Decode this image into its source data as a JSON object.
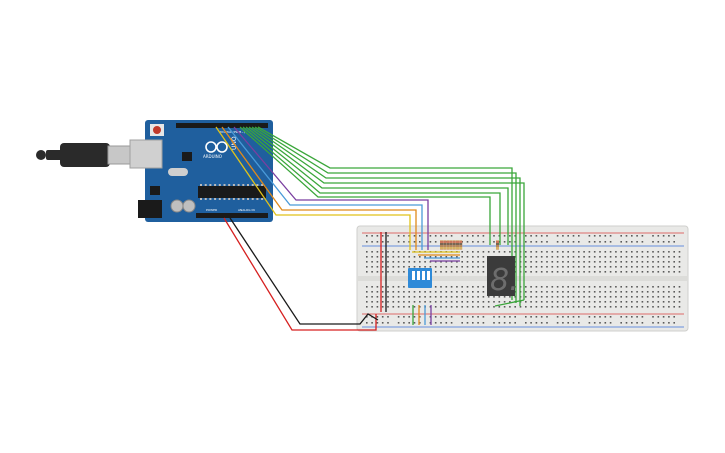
{
  "canvas": {
    "background": "#ffffff"
  },
  "arduino": {
    "board_color": "#1f5f9e",
    "logo_text": "ARDUINO",
    "model_text": "UNO",
    "digital_header_label": "DIGITAL (PWM~)",
    "power_header_label": "POWER",
    "analog_header_label": "ANALOG IN",
    "reset_button_icon": "reset-button-icon",
    "usb_connector_icon": "usb-b-connector-icon",
    "power_jack_icon": "dc-barrel-jack-icon"
  },
  "breadboard": {
    "color": "#e9e9e7",
    "hole_color": "#5a5a5a"
  },
  "dip_switch": {
    "color": "#2e8ad8"
  },
  "seven_segment": {
    "digit": "8.",
    "body_color": "#3b3b3b"
  },
  "resistors": {
    "count": 8,
    "band_colors": [
      "#c0392b",
      "#1a1a1a",
      "#8e5a2c",
      "#d4af37"
    ]
  },
  "wires": {
    "green": "#3aa63a",
    "purple": "#7a3fa0",
    "blue": "#4a9ad8",
    "orange": "#e08a1a",
    "yellow": "#e0c21a",
    "red": "#d62020",
    "black": "#1a1a1a"
  }
}
